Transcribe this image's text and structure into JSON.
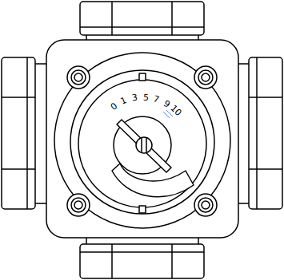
{
  "diagram": {
    "labels": [
      "0",
      "1",
      "3",
      "5",
      "7",
      "9",
      "10"
    ]
  }
}
